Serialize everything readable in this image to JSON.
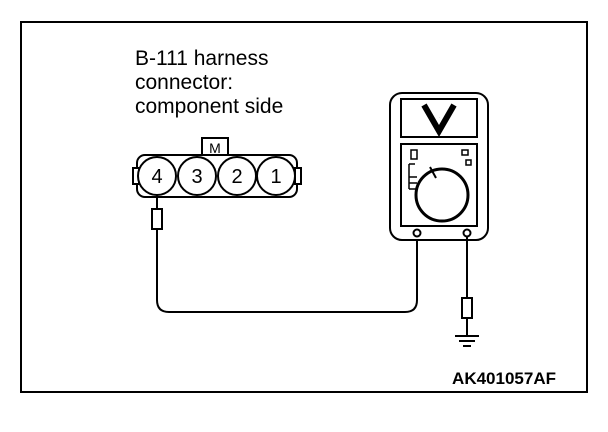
{
  "connector": {
    "label_lines": [
      "B-111 harness",
      "connector:",
      "component side"
    ],
    "key_label": "M",
    "pins": [
      "4",
      "3",
      "2",
      "1"
    ]
  },
  "meter": {
    "display_symbol": "V"
  },
  "figure_code": "AK401057AF"
}
